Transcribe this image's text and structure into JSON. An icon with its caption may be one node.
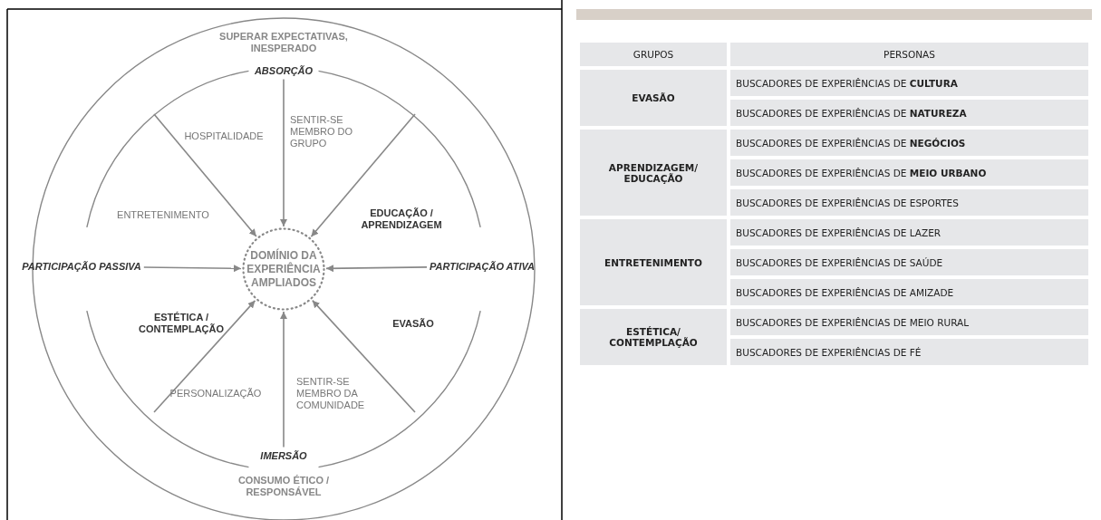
{
  "diagram": {
    "nodes": [
      {
        "text": [
          "DOMÍNIO DA EXPERIÊNCIA AMPLIADOS"
        ]
      },
      {
        "text": [
          "ABSORÇÃO"
        ]
      },
      {
        "text": [
          "PARTICIPAÇÃO PASSIVA"
        ]
      },
      {
        "text": [
          "PARTICIPAÇÃO ATIVA"
        ]
      },
      {
        "text": [
          "IMERSÃO"
        ]
      }
    ],
    "edges": [
      {
        "from": null,
        "to": 0,
        "arrow": "to"
      },
      {
        "from": 1,
        "to": 0,
        "arrow": "to"
      },
      {
        "from": null,
        "to": 0,
        "arrow": "to"
      },
      {
        "from": 2,
        "to": 0,
        "arrow": "to"
      },
      {
        "from": 3,
        "to": 0,
        "arrow": "to"
      },
      {
        "from": null,
        "to": 0,
        "arrow": "to"
      },
      {
        "from": 4,
        "to": 0,
        "arrow": "to"
      },
      {
        "from": null,
        "to": 0,
        "arrow": "to"
      }
    ],
    "labels": [
      "SUPERAR EXPECTATIVAS, INESPERADO",
      "HOSPITALIDADE",
      "SENTIR-SE MEMBRO DO GRUPO",
      "ENTRETENIMENTO",
      "EDUCAÇÃO / APRENDIZAGEM",
      "ESTÉTICA / CONTEMPLAÇÃO",
      "EVASÃO",
      "PERSONALIZAÇÃO",
      "SENTIR-SE MEMBRO DA COMUNIDADE",
      "CONSUMO ÉTICO / RESPONSÁVEL",
      "GRUPOS",
      "PERSONAS",
      "EVASÃO",
      "BUSCADORES DE EXPERIÊNCIAS DE **CULTURA**",
      "BUSCADORES DE EXPERIÊNCIAS DE **NATUREZA**",
      "APRENDIZAGEM/ EDUCAÇÃO",
      "BUSCADORES DE EXPERIÊNCIAS DE **NEGÓCIOS**",
      "BUSCADORES DE EXPERIÊNCIAS DE **MEIO URBANO**",
      "BUSCADORES DE EXPERIÊNCIAS DE ESPORTES",
      "ENTRETENIMENTO",
      "BUSCADORES DE EXPERIÊNCIAS DE LAZER",
      "BUSCADORES DE EXPERIÊNCIAS DE SAÚDE",
      "BUSCADORES DE EXPERIÊNCIAS DE AMIZADE",
      "ESTÉTICA/ CONTEMPLAÇÃO",
      "BUSCADORES DE EXPERIÊNCIAS DE MEIO RURAL",
      "BUSCADORES DE EXPERIÊNCIAS DE FÉ"
    ]
  }
}
